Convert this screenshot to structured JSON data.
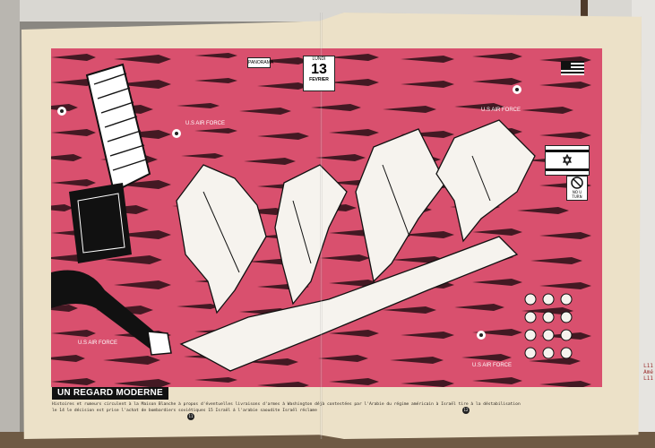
{
  "image": {
    "description_kind": "photo of an open newspaper double page with a pink and black illustration",
    "colors": {
      "pink": "#d9506e",
      "paper": "#ece1c8",
      "ink": "#111111"
    }
  },
  "newspaper": {
    "date_box": {
      "weekday": "LUNDI",
      "day": "13",
      "month": "FEVRIER"
    },
    "corner_tag": "PANORAMA",
    "headline": "UN REGARD MODERNE",
    "caption_line1": "Histoires et rumeurs circulent à la Maison Blanche à propos d'éventuelles livraisons d'armes à Washington déjà contestées par l'Arabie du régime américain à Israël tire à la déstabilisation",
    "caption_line2": "le 14 le décision est prise l'achat de bombardiers soviétiques 15 Israël á l'arabie saoudite Israël réclame",
    "folio_left": "11",
    "folio_right": "12"
  },
  "art_labels": {
    "air_force": "U.S AIR FORCE",
    "noentry_label": "NO U TURN"
  },
  "margin_note": {
    "line1": "L11",
    "line2": "Amé",
    "line3": "L11"
  }
}
